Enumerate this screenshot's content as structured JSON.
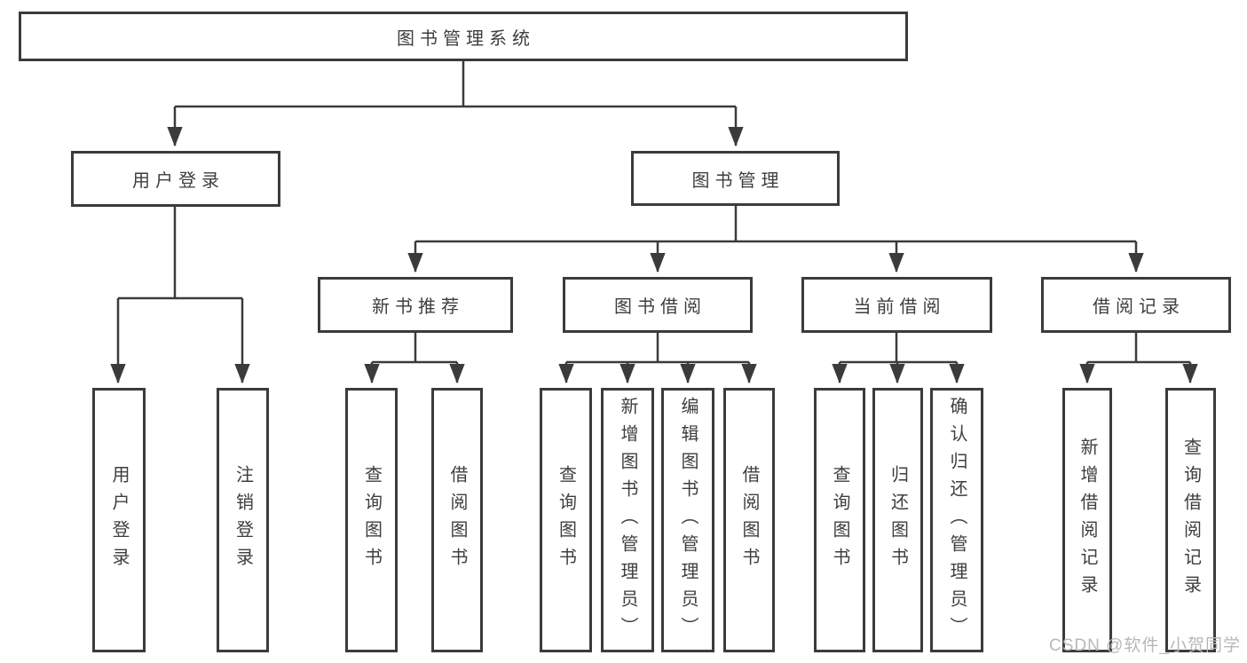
{
  "title": "图书管理系统",
  "colors": {
    "line": "#3b3b3b",
    "box_border": "#3b3b3b",
    "text": "#3e3e3e",
    "background": "#ffffff",
    "watermark": "#b8b8b8"
  },
  "nodes": {
    "root": {
      "label": "图书管理系统"
    },
    "level2": [
      {
        "label": "用户登录"
      },
      {
        "label": "图书管理"
      }
    ],
    "level3": [
      {
        "label": "新书推荐",
        "parent": "图书管理"
      },
      {
        "label": "图书借阅",
        "parent": "图书管理"
      },
      {
        "label": "当前借阅",
        "parent": "图书管理"
      },
      {
        "label": "借阅记录",
        "parent": "图书管理"
      }
    ],
    "leaves": [
      {
        "label": "用户登录",
        "parent": "用户登录"
      },
      {
        "label": "注销登录",
        "parent": "用户登录"
      },
      {
        "label": "查询图书",
        "parent": "新书推荐"
      },
      {
        "label": "借阅图书",
        "parent": "新书推荐"
      },
      {
        "label": "查询图书",
        "parent": "图书借阅"
      },
      {
        "label": "新增图书（管理员）",
        "parent": "图书借阅"
      },
      {
        "label": "编辑图书（管理员）",
        "parent": "图书借阅"
      },
      {
        "label": "借阅图书",
        "parent": "图书借阅"
      },
      {
        "label": "查询图书",
        "parent": "当前借阅"
      },
      {
        "label": "归还图书",
        "parent": "当前借阅"
      },
      {
        "label": "确认归还（管理员）",
        "parent": "当前借阅"
      },
      {
        "label": "新增借阅记录",
        "parent": "借阅记录"
      },
      {
        "label": "查询借阅记录",
        "parent": "借阅记录"
      }
    ]
  },
  "watermark": {
    "text": "CSDN @软件_小贺同学"
  }
}
